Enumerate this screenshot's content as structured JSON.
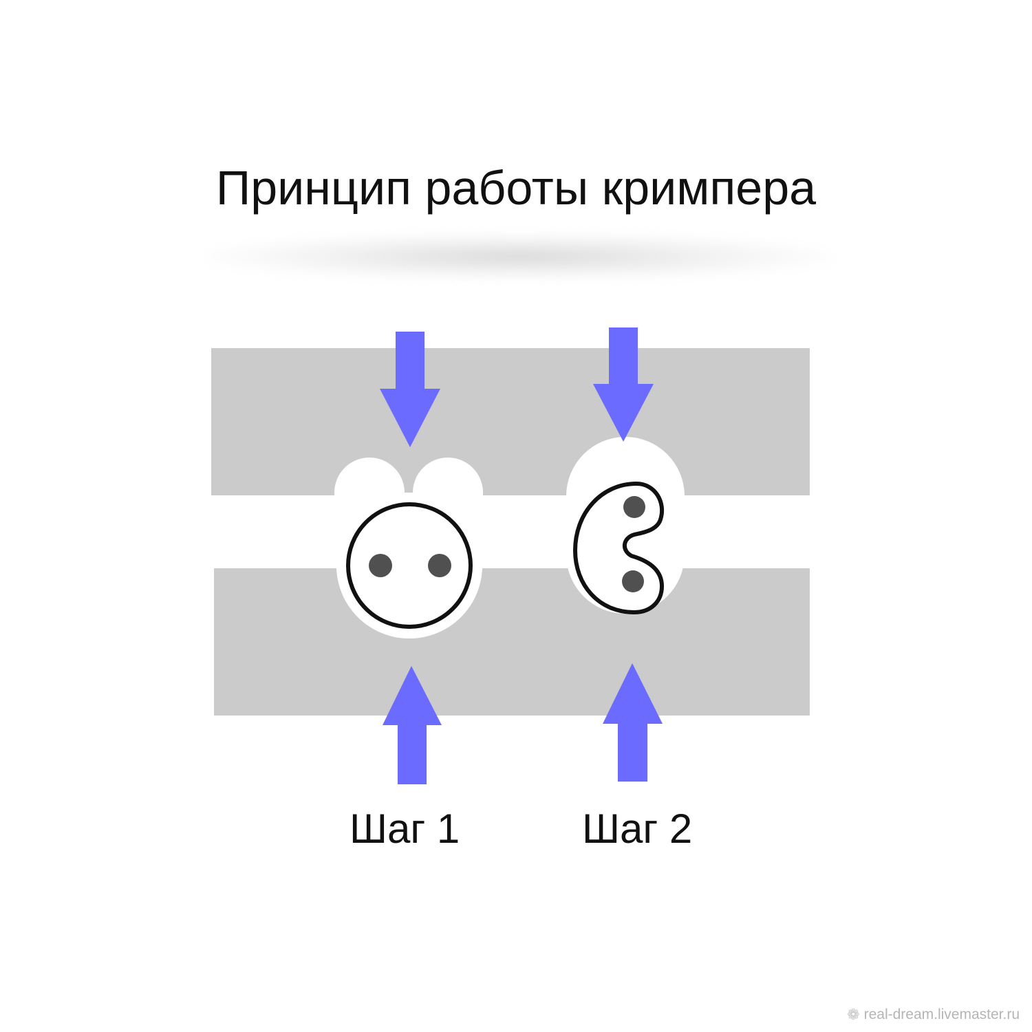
{
  "title": "Принцип работы кримпера",
  "steps": [
    {
      "label": "Шаг 1"
    },
    {
      "label": "Шаг 2"
    }
  ],
  "watermark": {
    "text": "real-dream.livemaster.ru",
    "icon": "gear-flower-icon"
  },
  "colors": {
    "jaw": "#cbcbcb",
    "arrow": "#6b6bff",
    "outline": "#111111",
    "wire": "#505050",
    "background": "#ffffff"
  }
}
